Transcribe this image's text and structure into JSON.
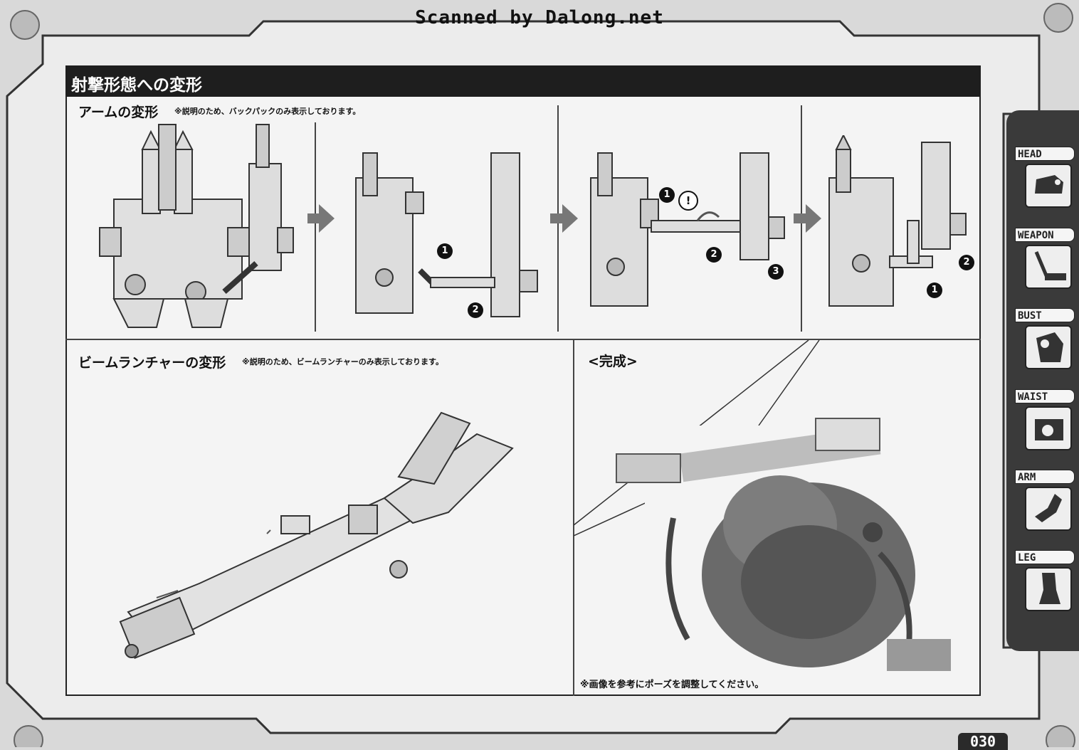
{
  "watermark": "Scanned by Dalong.net",
  "page_title": "射撃形態への変形",
  "arm_section": {
    "title": "アームの変形",
    "note": "※説明のため、バックパックのみ表示しております。",
    "step_badges": [
      "1",
      "2",
      "1",
      "2",
      "3",
      "2",
      "1"
    ],
    "warning": "!"
  },
  "beam_section": {
    "title": "ビームランチャーの変形",
    "note": "※説明のため、ビームランチャーのみ表示しております。"
  },
  "complete_section": {
    "title": "<完成>",
    "note": "※画像を参考にポーズを調整してください。"
  },
  "side_tabs": [
    {
      "label": "HEAD",
      "icon": "head-icon"
    },
    {
      "label": "WEAPON",
      "icon": "weapon-icon"
    },
    {
      "label": "BUST",
      "icon": "bust-icon"
    },
    {
      "label": "WAIST",
      "icon": "waist-icon"
    },
    {
      "label": "ARM",
      "icon": "arm-icon"
    },
    {
      "label": "LEG",
      "icon": "leg-icon"
    }
  ],
  "page_number": "030",
  "colors": {
    "title_bar": "#1e1e1e",
    "panel": "#f4f4f4",
    "tabs": "#3a3a3a"
  }
}
